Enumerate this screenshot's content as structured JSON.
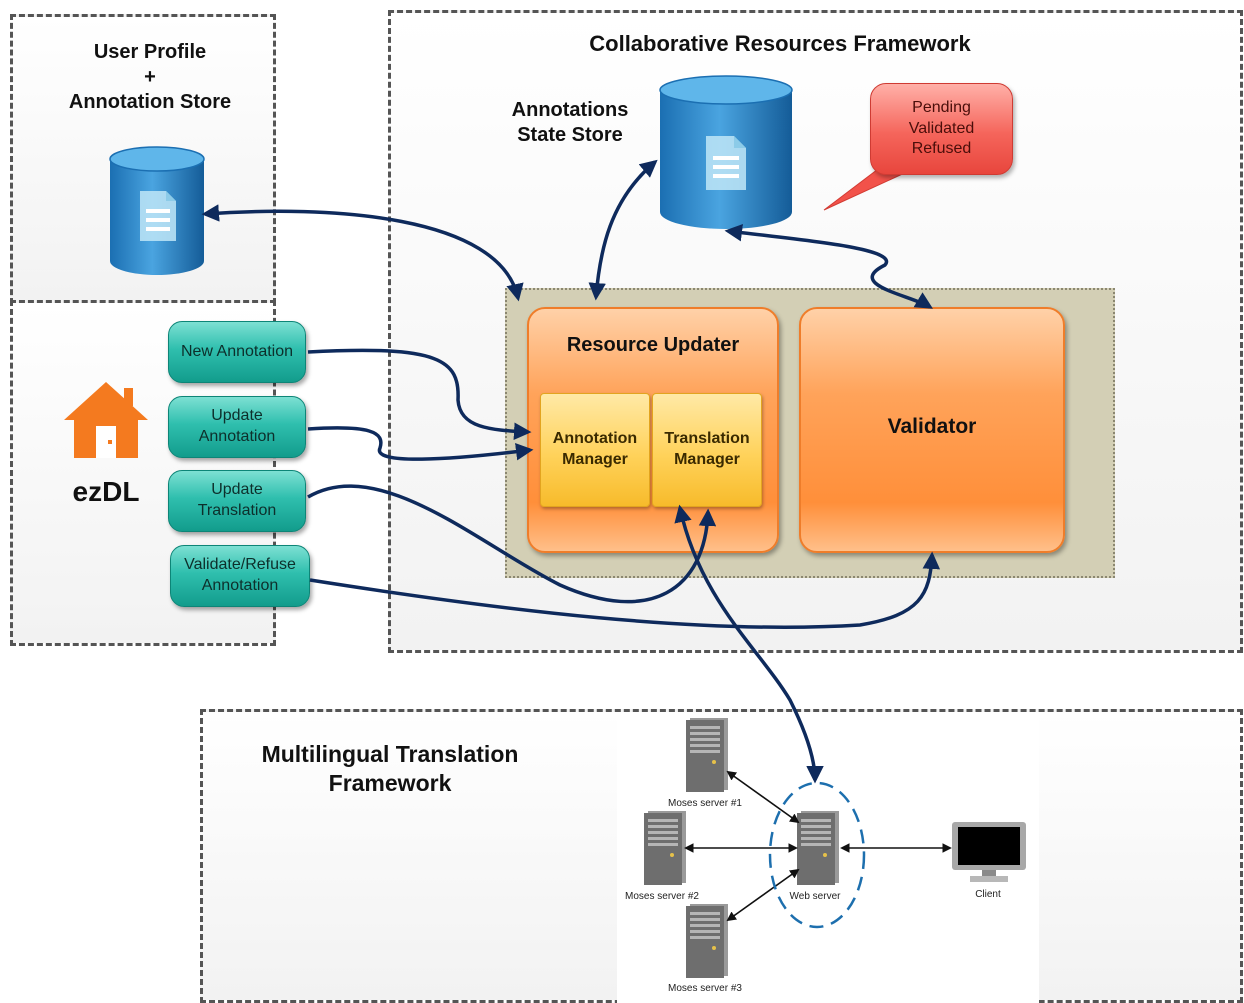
{
  "user_store": {
    "title": "User Profile\n+\nAnnotation Store"
  },
  "crf": {
    "title": "Collaborative Resources Framework"
  },
  "annotations_store": {
    "title": "Annotations\nState Store"
  },
  "callout": {
    "text": "Pending\nValidated\nRefused"
  },
  "ezdl": {
    "label": "ezDL"
  },
  "actions": [
    {
      "label": "New Annotation"
    },
    {
      "label": "Update\nAnnotation"
    },
    {
      "label": "Update\nTranslation"
    },
    {
      "label": "Validate/Refuse\nAnnotation"
    }
  ],
  "resource_updater": {
    "title": "Resource Updater",
    "annotation_manager": "Annotation\nManager",
    "translation_manager": "Translation\nManager"
  },
  "validator": {
    "title": "Validator"
  },
  "mtf": {
    "title": "Multilingual Translation\nFramework",
    "moses1": "Moses server #1",
    "moses2": "Moses server #2",
    "moses3": "Moses server #3",
    "web_server": "Web server",
    "client": "Client"
  },
  "colors": {
    "arrow": "#0e2a5c",
    "teal": "#2fbfae",
    "orange": "#ff8f3a",
    "callout": "#f2524a"
  },
  "icons": [
    "database-icon",
    "document-icon",
    "house-icon",
    "server-icon",
    "monitor-icon"
  ]
}
